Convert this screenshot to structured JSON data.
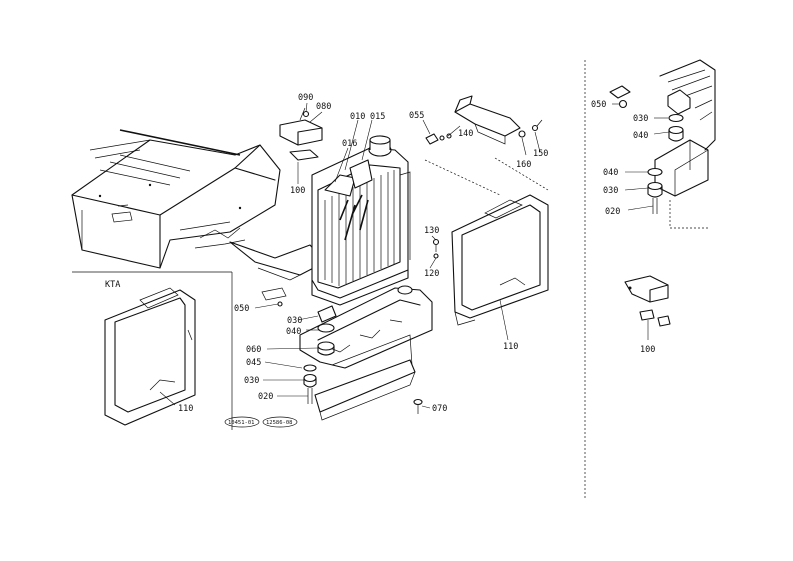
{
  "callouts": {
    "c090": "090",
    "c080": "080",
    "c010": "010",
    "c015": "015",
    "c016": "016",
    "c055": "055",
    "c140": "140",
    "c160": "160",
    "c150": "150",
    "c100": "100",
    "c130": "130",
    "c120": "120",
    "c050": "050",
    "c030": "030",
    "c040": "040",
    "c060": "060",
    "c045": "045",
    "c030b": "030",
    "c020": "020",
    "c070": "070",
    "c110": "110",
    "c110b": "110",
    "r050": "050",
    "r030": "030",
    "r040": "040",
    "r040b": "040",
    "r030b": "030",
    "r020": "020",
    "r100": "100"
  },
  "inset": {
    "label": "KTA"
  },
  "stamps": {
    "left": "10451-01",
    "right": "12586-08"
  }
}
